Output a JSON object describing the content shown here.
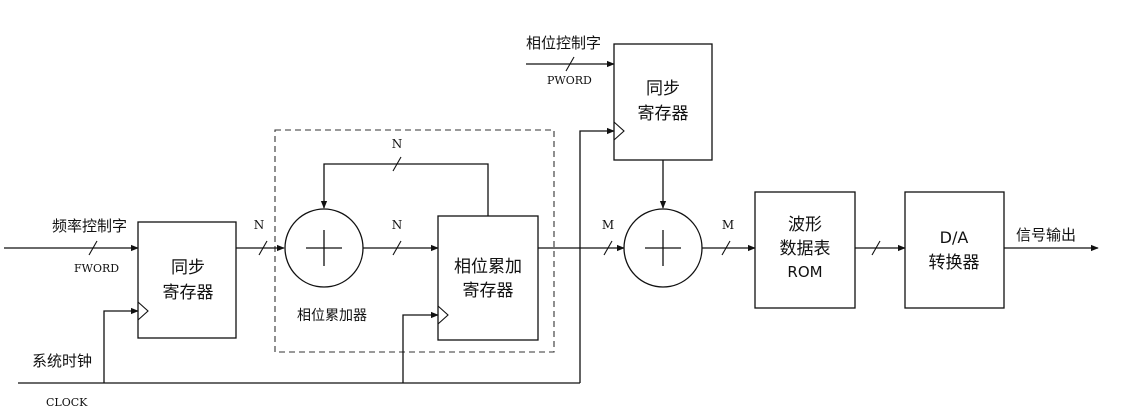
{
  "inputs": {
    "freq_word_label": "频率控制字",
    "freq_word_sub": "FWORD",
    "phase_word_label": "相位控制字",
    "phase_word_sub": "PWORD",
    "clock_label": "系统时钟",
    "clock_sub": "CLOCK"
  },
  "blocks": {
    "sync_reg_1": {
      "line1": "同步",
      "line2": "寄存器"
    },
    "sync_reg_2": {
      "line1": "同步",
      "line2": "寄存器"
    },
    "phase_acc_reg": {
      "line1": "相位累加",
      "line2": "寄存器"
    },
    "waveform_rom": {
      "line1": "波形",
      "line2": "数据表",
      "line3": "ROM"
    },
    "dac": {
      "line1": "D/A",
      "line2": "转换器"
    }
  },
  "accumulator_label": "相位累加器",
  "bus_widths": {
    "n_in": "N",
    "n_feedback": "N",
    "n_mid": "N",
    "m_acc_out": "M",
    "m_adder_out": "M"
  },
  "output_label": "信号输出"
}
